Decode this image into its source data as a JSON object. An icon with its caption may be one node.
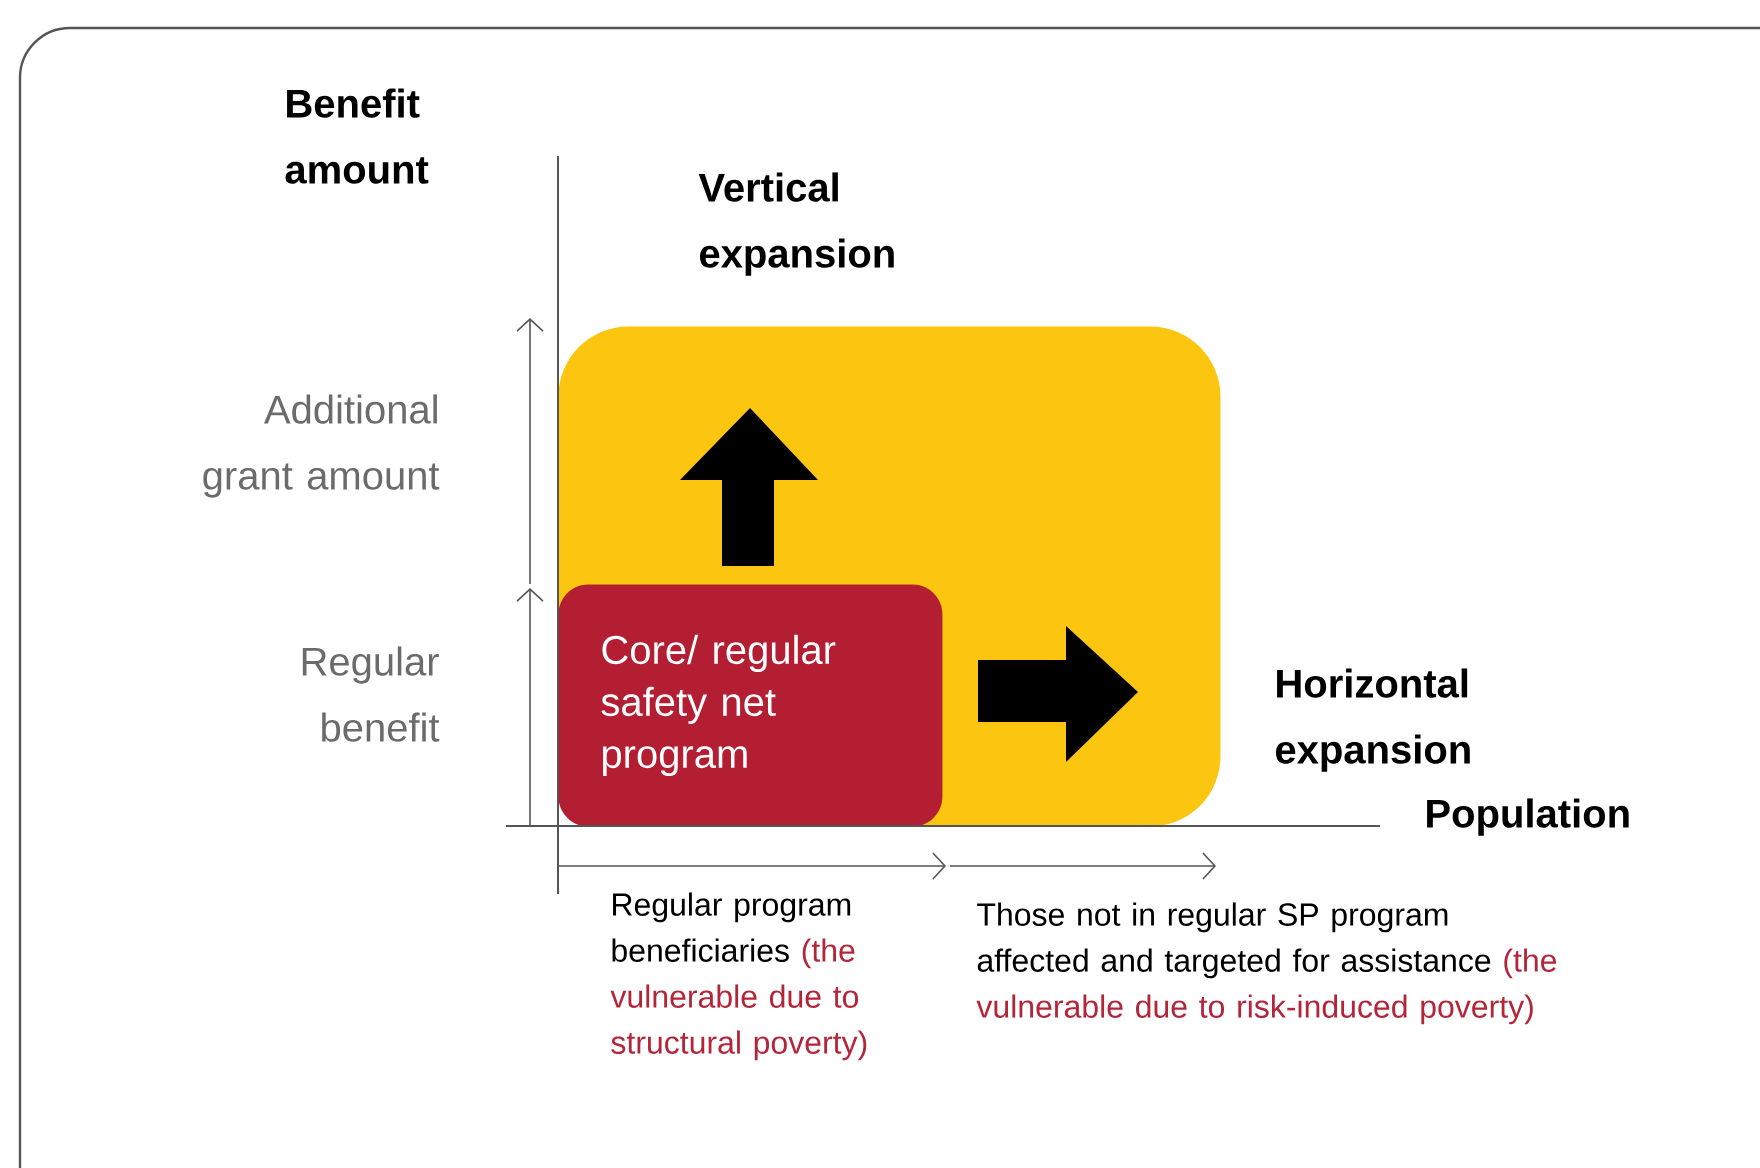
{
  "diagram": {
    "nodes": [
      {
        "text": [],
        "shape": "box"
      },
      {
        "text": [
          "Core/ regular safety net program"
        ],
        "in": 0
      }
    ],
    "labels": [
      "Benefit amount",
      "Vertical expansion",
      "Additional grant amount",
      "Regular benefit",
      "Horizontal expansion",
      "Population",
      "Regular program beneficiaries",
      "(the vulnerable due to structural poverty)",
      "Those not in regular SP program affected and targeted for assistance",
      "(the vulnerable due to risk-induced poverty)"
    ]
  }
}
